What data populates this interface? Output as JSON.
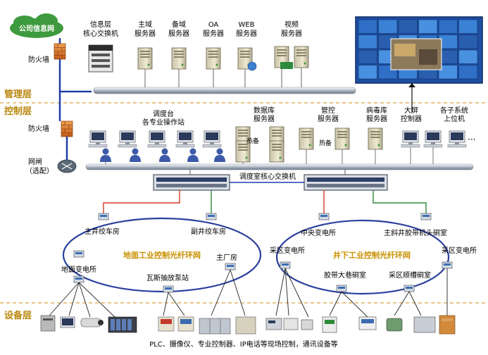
{
  "labels": {
    "internet": "公司信息网",
    "firewall_top": "防火墙",
    "info_switch_1": "信息层",
    "info_switch_2": "核心交换机",
    "server_domain_1": "主域",
    "server_domain_2": "服务器",
    "server_backup_1": "备域",
    "server_backup_2": "服务器",
    "server_oa_1": "OA",
    "server_oa_2": "服务器",
    "server_web_1": "WEB",
    "server_web_2": "服务器",
    "server_video_1": "视频",
    "server_video_2": "服务器",
    "firewall_mid": "防火墙",
    "gateway_1": "网闸",
    "gateway_2": "（选配）",
    "dispatch_1": "调度台",
    "dispatch_2": "各专业操作站",
    "db_server_1": "数据库",
    "db_server_2": "服务器",
    "hot_backup_1": "热备",
    "control_server_1": "管控",
    "control_server_2": "服务器",
    "hot_backup_2": "热备",
    "virus_server_1": "病毒库",
    "virus_server_2": "服务器",
    "screen_controller_1": "大屏",
    "screen_controller_2": "控制器",
    "subsystem_1": "各子系统",
    "subsystem_2": "上位机",
    "core_switch": "调度室核心交换机",
    "node_main_winch": "主井绞车房",
    "node_aux_winch": "副井绞车房",
    "node_substation": "地面变电所",
    "node_gas_pump": "瓦斯抽放泵站",
    "node_main_plant": "主厂房",
    "node_central_sub": "中央变电所",
    "node_belt_head": "主斜井胶带机头硐室",
    "node_mining_sub_1": "采区变电所",
    "node_mining_sub_2": "采区变电所",
    "node_belt_lane": "胶带大巷硐室",
    "node_mining_trough": "采区顺槽硐室",
    "ring_surface": "地面工业控制光纤环网",
    "ring_underground": "井下工业控制光纤环网",
    "devices_caption": "PLC、摄像仪、专业控制器、IP电话等现场控制，通讯设备等"
  },
  "layers": {
    "management": "管理层",
    "control": "控制层",
    "device": "设备层"
  },
  "colors": {
    "ring": "#2a3f9e",
    "link_red": "#d43b2a",
    "link_green": "#2e8b3a",
    "layer_text": "#b8860b",
    "bus": "#b9c2cc"
  }
}
